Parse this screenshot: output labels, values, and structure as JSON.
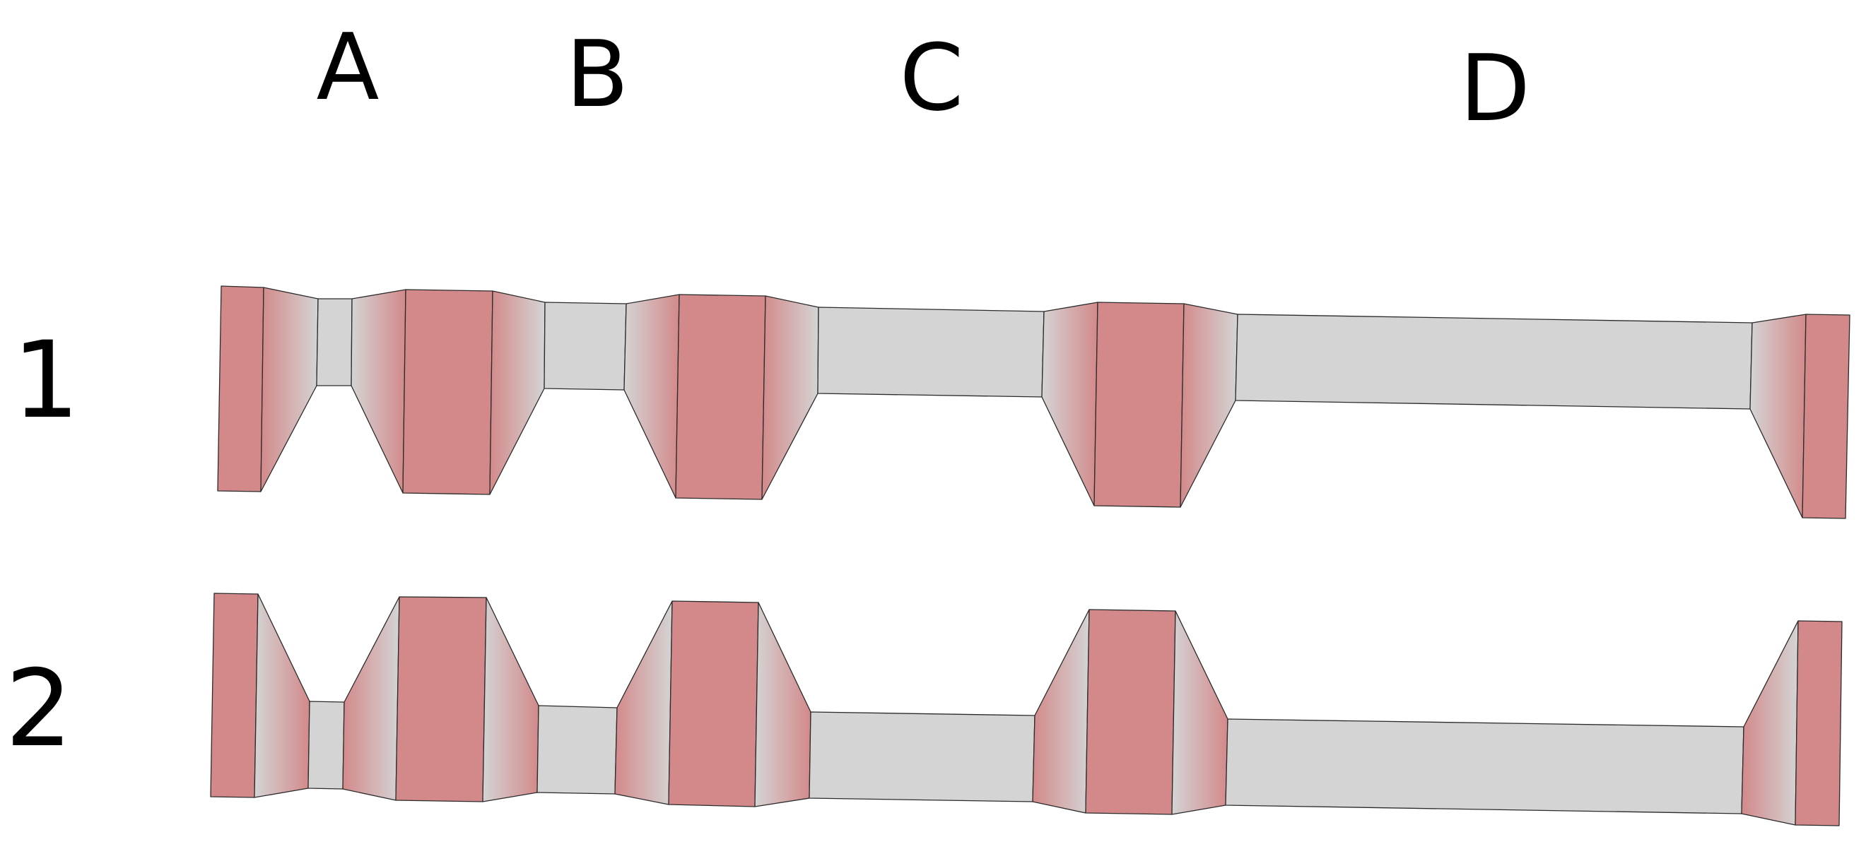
{
  "column_labels": [
    "A",
    "B",
    "C",
    "D"
  ],
  "row_labels": [
    "1",
    "2"
  ],
  "colors": {
    "pink": "#d3898a",
    "gray": "#d4d4d4",
    "stroke": "#2b2b2b",
    "text": "#000000"
  }
}
